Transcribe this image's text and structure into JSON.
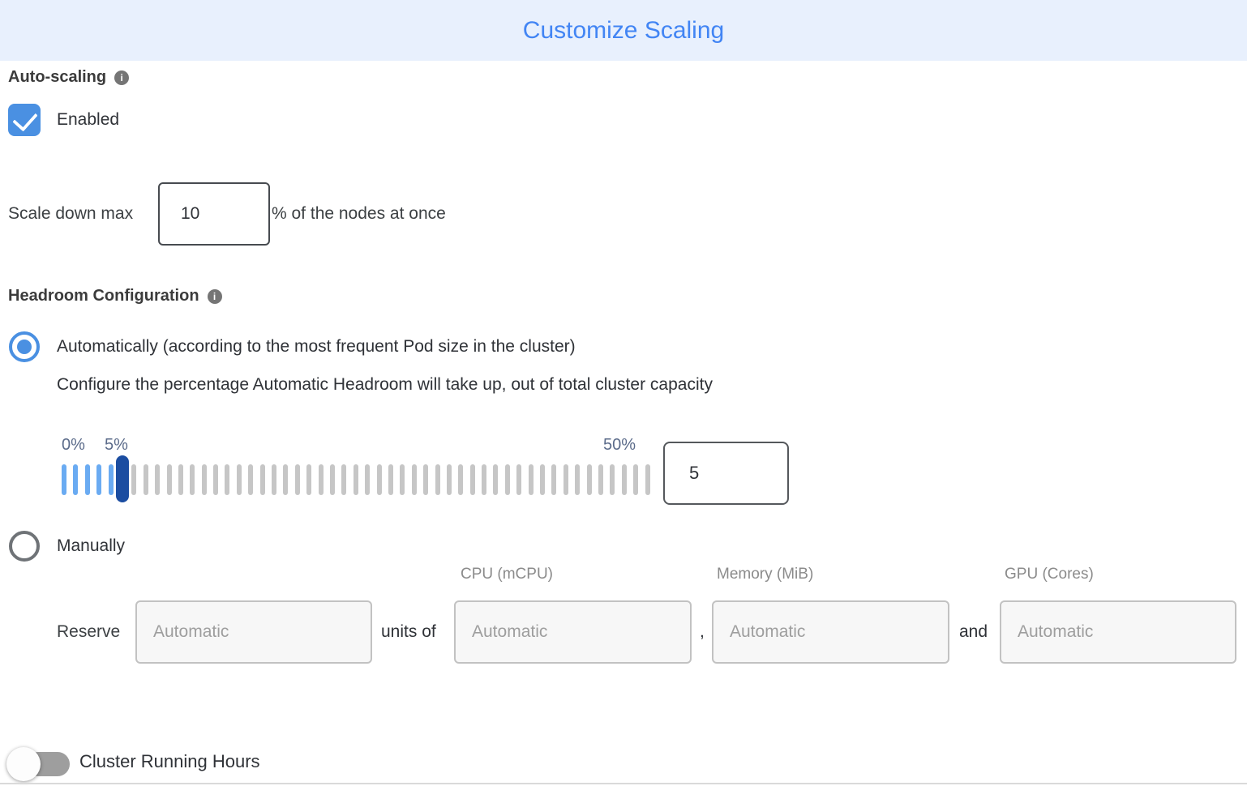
{
  "header": {
    "title": "Customize Scaling"
  },
  "icons": {
    "info_glyph": "i"
  },
  "auto_scaling": {
    "label": "Auto-scaling",
    "checkbox": {
      "label": "Enabled",
      "checked": true
    },
    "scale_down": {
      "prefix": "Scale down max",
      "value": "10",
      "suffix": "% of the nodes at once"
    }
  },
  "headroom": {
    "label": "Headroom Configuration",
    "options": [
      {
        "label": "Automatically (according to the most frequent Pod size in the cluster)",
        "selected": true
      },
      {
        "label": "Manually",
        "selected": false
      }
    ],
    "auto_description": "Configure the percentage Automatic Headroom will take up, out of total cluster capacity",
    "slider": {
      "min": 0,
      "max": 50,
      "value": 5,
      "min_label": "0%",
      "current_label": "5%",
      "max_label": "50%",
      "input_value": "5"
    },
    "manual": {
      "columns": [
        "CPU (mCPU)",
        "Memory (MiB)",
        "GPU (Cores)"
      ],
      "reserve_label": "Reserve",
      "units_of_label": "units of",
      "comma": ",",
      "and_label": "and",
      "placeholder": "Automatic"
    }
  },
  "cluster_running_hours": {
    "label": "Cluster Running Hours",
    "enabled": false
  },
  "colors": {
    "header_bg": "#e8f0fd",
    "title_blue": "#4285f4",
    "accent_blue": "#4a90e2",
    "slider_handle": "#1b4da1",
    "slider_tick_active": "#6aabf2",
    "slider_tick_inactive": "#c6c6c6",
    "toggle_track_off": "#9e9e9e"
  }
}
